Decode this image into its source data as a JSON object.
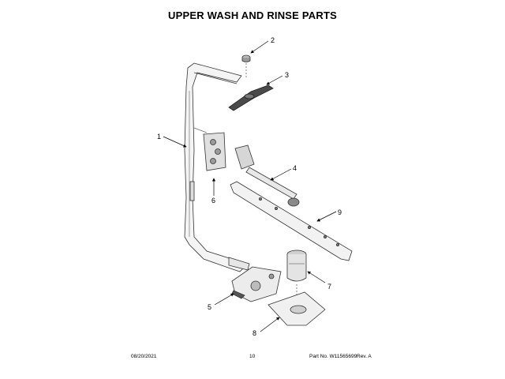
{
  "title": "UPPER WASH AND RINSE PARTS",
  "callouts": [
    "1",
    "2",
    "3",
    "4",
    "5",
    "6",
    "7",
    "8",
    "9"
  ],
  "footer": {
    "date": "08/20/2021",
    "page": "10",
    "part_no": "Part No. W11565699",
    "rev": "Rev. A"
  }
}
